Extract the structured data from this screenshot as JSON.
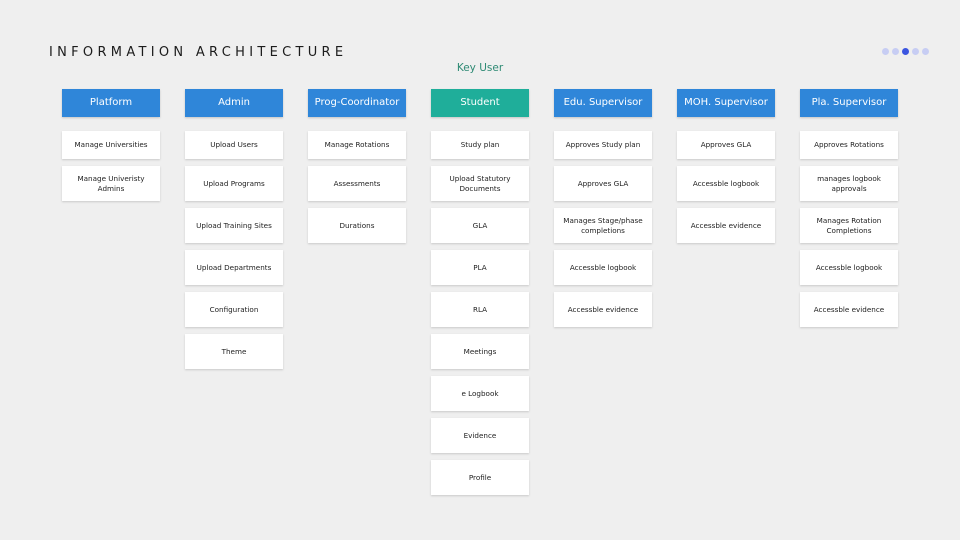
{
  "title": "INFORMATION ARCHITECTURE",
  "key_user_label": "Key User",
  "pager": {
    "count": 5,
    "active": 3
  },
  "colors": {
    "header": "#2f86d9",
    "key_header": "#1fae9a",
    "key_label": "#2e8a74",
    "dot_active": "#3b55e0",
    "dot_inactive": "#c7cdf3"
  },
  "columns": [
    {
      "header": "Platform",
      "key": false,
      "items": [
        "Manage Universities",
        "Manage Univeristy Admins"
      ]
    },
    {
      "header": "Admin",
      "key": false,
      "items": [
        "Upload Users",
        "Upload Programs",
        "Upload Training Sites",
        "Upload Departments",
        "Configuration",
        "Theme"
      ]
    },
    {
      "header": "Prog-Coordinator",
      "key": false,
      "items": [
        "Manage Rotations",
        "Assessments",
        "Durations"
      ]
    },
    {
      "header": "Student",
      "key": true,
      "items": [
        "Study plan",
        "Upload Statutory Documents",
        "GLA",
        "PLA",
        "RLA",
        "Meetings",
        "e Logbook",
        "Evidence",
        "Profile"
      ]
    },
    {
      "header": "Edu. Supervisor",
      "key": false,
      "items": [
        "Approves Study plan",
        "Approves GLA",
        "Manages Stage/phase completions",
        "Accessble logbook",
        "Accessble evidence"
      ]
    },
    {
      "header": "MOH. Supervisor",
      "key": false,
      "items": [
        "Approves GLA",
        "Accessble logbook",
        "Accessble evidence"
      ]
    },
    {
      "header": "Pla. Supervisor",
      "key": false,
      "items": [
        "Approves Rotations",
        "manages logbook approvals",
        "Manages Rotation Completions",
        "Accessble logbook",
        "Accessble evidence"
      ]
    }
  ]
}
